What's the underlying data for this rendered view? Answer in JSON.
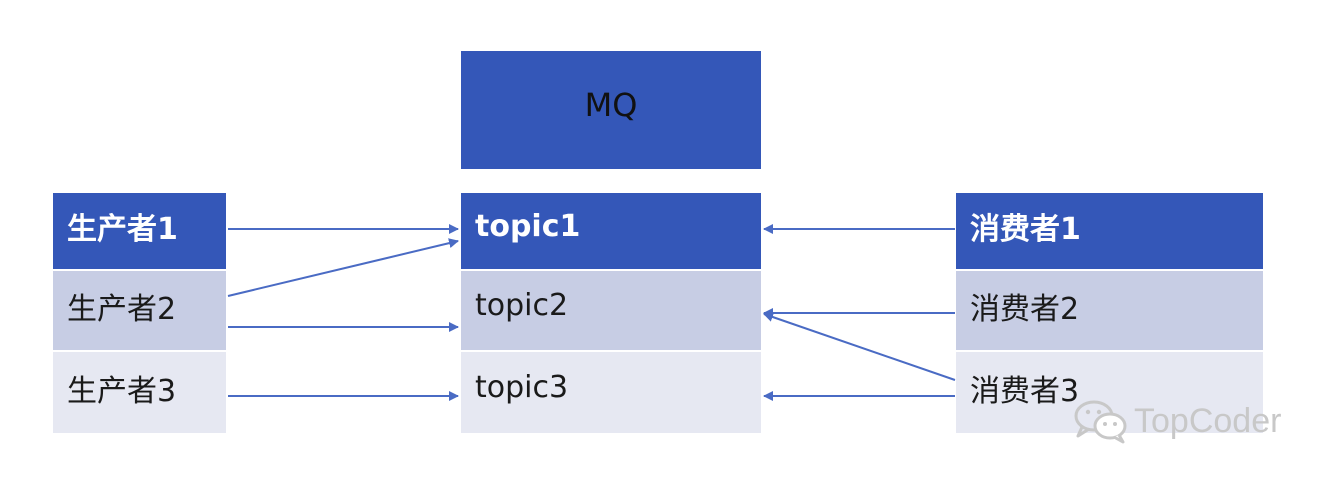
{
  "mq": {
    "label": "MQ"
  },
  "producers": [
    "生产者1",
    "生产者2",
    "生产者3"
  ],
  "topics": [
    "topic1",
    "topic2",
    "topic3"
  ],
  "consumers": [
    "消费者1",
    "消费者2",
    "消费者3"
  ],
  "connections": {
    "producer_to_topic": [
      {
        "from": "生产者1",
        "to": "topic1"
      },
      {
        "from": "生产者2",
        "to": "topic1"
      },
      {
        "from": "生产者2",
        "to": "topic2"
      },
      {
        "from": "生产者3",
        "to": "topic3"
      }
    ],
    "consumer_to_topic": [
      {
        "from": "消费者1",
        "to": "topic1"
      },
      {
        "from": "消费者2",
        "to": "topic2"
      },
      {
        "from": "消费者3",
        "to": "topic2"
      },
      {
        "from": "消费者3",
        "to": "topic3"
      }
    ]
  },
  "watermark": {
    "text": "TopCoder",
    "icon": "wechat-icon"
  },
  "colors": {
    "primary": "#3457b8",
    "row_mid": "#c7cde4",
    "row_light": "#e6e8f2",
    "arrow": "#4a6bc4"
  }
}
